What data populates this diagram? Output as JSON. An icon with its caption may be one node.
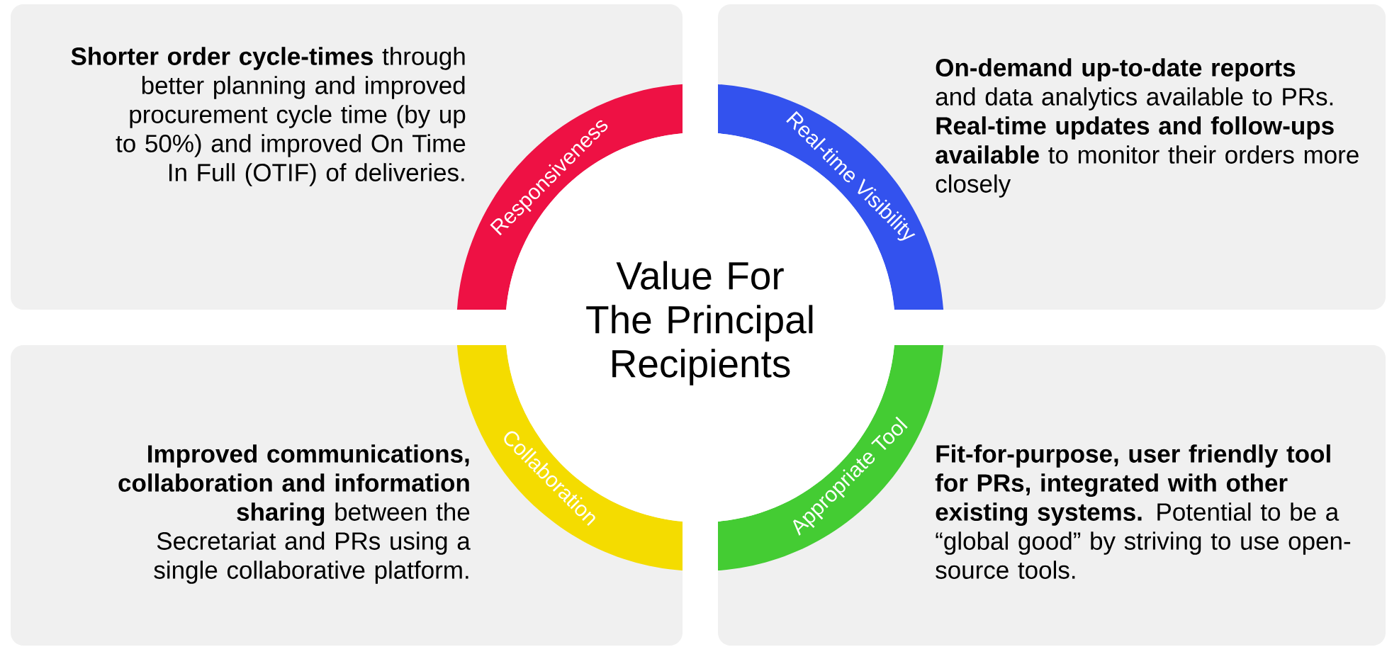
{
  "diagram": {
    "nodes": [
      {
        "text": [
          "**Shorter order cycle-times** through better planning and improved procurement cycle time (by up to 50%) and improved On Time In Full (OTIF) of deliveries."
        ]
      },
      {
        "text": [
          "**On-demand up-to-date reports** and data analytics available to PRs. **Real-time updates and follow-ups available** to monitor their orders more closely"
        ]
      },
      {
        "text": [
          "Responsiveness"
        ]
      },
      {
        "text": [
          "Real-time Visibility"
        ]
      },
      {
        "text": [
          "Value For The Principal Recipients"
        ]
      },
      {
        "text": [
          "**Improved communications, collaboration and information sharing** between the Secretariat and PRs using a single collaborative platform."
        ]
      },
      {
        "text": [
          "**Fit-for-purpose, user friendly tool for PRs, integrated with other existing systems.** Potential to be a “global good” by striving to use open-source tools."
        ]
      },
      {
        "text": [
          "Collaboration"
        ],
        "in": 5
      },
      {
        "text": [
          "Appropriate Tool"
        ],
        "in": 6
      }
    ]
  }
}
